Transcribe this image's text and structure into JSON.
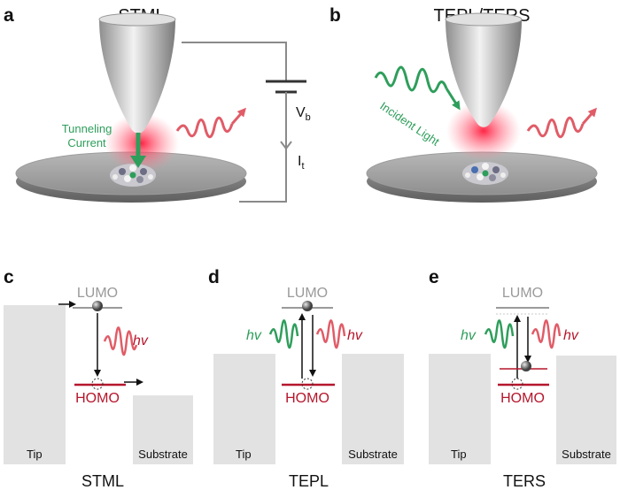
{
  "panels": {
    "a": {
      "label": "a",
      "title": "STML",
      "tunneling_1": "Tunneling",
      "tunneling_2": "Current",
      "voltage": "V",
      "voltage_sub": "b",
      "current": "I",
      "current_sub": "t"
    },
    "b": {
      "label": "b",
      "title": "TEPL/TERS",
      "incident": "Incident Light"
    },
    "c": {
      "label": "c",
      "lumo": "LUMO",
      "homo": "HOMO",
      "hv": "hv",
      "tip": "Tip",
      "substrate": "Substrate",
      "bottom": "STML"
    },
    "d": {
      "label": "d",
      "lumo": "LUMO",
      "homo": "HOMO",
      "hv_left": "hv",
      "hv_right": "hv",
      "tip": "Tip",
      "substrate": "Substrate",
      "bottom": "TEPL"
    },
    "e": {
      "label": "e",
      "lumo": "LUMO",
      "homo": "HOMO",
      "hv_left": "hv",
      "hv_right": "hv",
      "tip": "Tip",
      "substrate": "Substrate",
      "bottom": "TERS"
    }
  },
  "colors": {
    "homo": "#b5162b",
    "lumo": "#9a9a9a",
    "green": "#2e9e5b",
    "red_wave": "#e05c67",
    "box": "#e2e2e2"
  },
  "icons": [
    "stm-tip-icon",
    "substrate-disk-icon",
    "molecule-icon",
    "battery-icon",
    "photon-wave-icon",
    "electron-icon",
    "hole-icon"
  ]
}
